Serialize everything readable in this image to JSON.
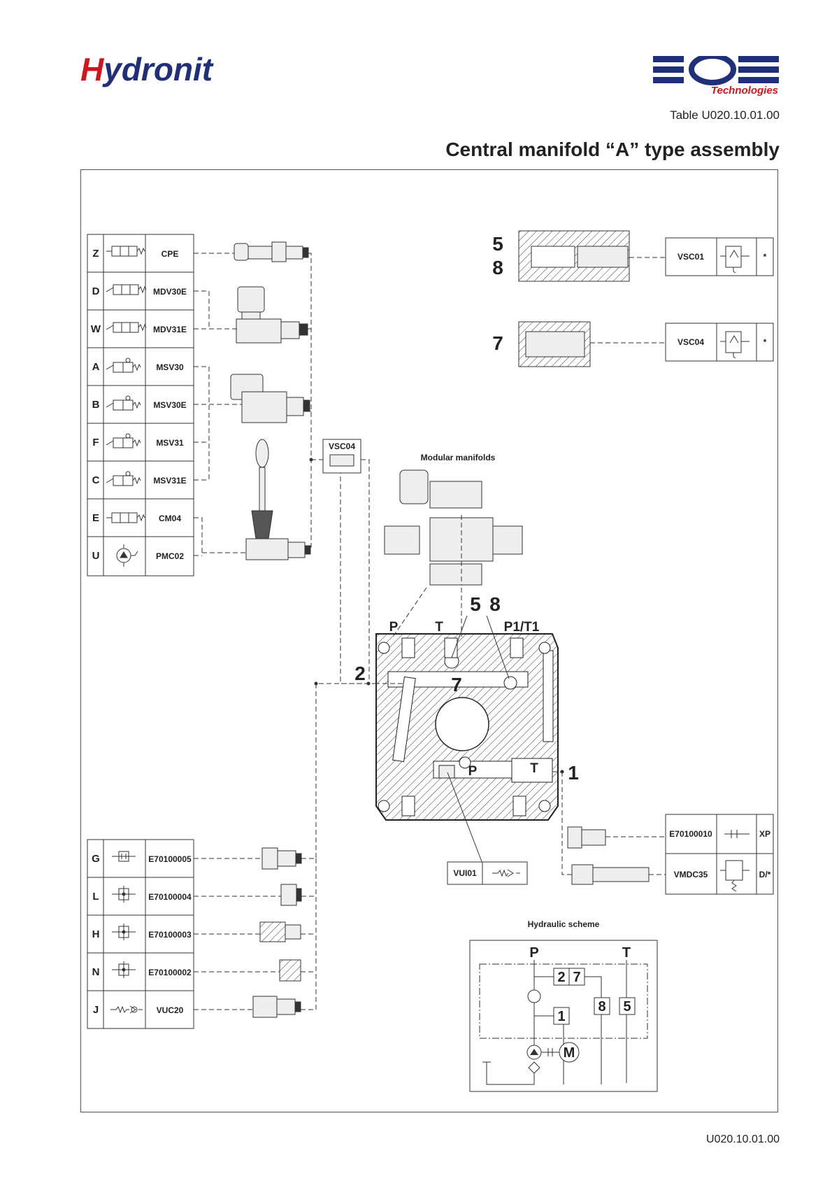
{
  "header": {
    "logo_left": {
      "first": "H",
      "rest": "ydronit"
    },
    "logo_right": {
      "main": "EOS",
      "sub": "Technologies"
    },
    "table_code": "Table U020.10.01.00",
    "title": "Central manifold “A” type assembly"
  },
  "footer": {
    "code": "U020.10.01.00"
  },
  "left_table_top": [
    {
      "letter": "Z",
      "code": "CPE"
    },
    {
      "letter": "D",
      "code": "MDV30E"
    },
    {
      "letter": "W",
      "code": "MDV31E"
    },
    {
      "letter": "A",
      "code": "MSV30"
    },
    {
      "letter": "B",
      "code": "MSV30E"
    },
    {
      "letter": "F",
      "code": "MSV31"
    },
    {
      "letter": "C",
      "code": "MSV31E"
    },
    {
      "letter": "E",
      "code": "CM04"
    },
    {
      "letter": "U",
      "code": "PMC02"
    }
  ],
  "left_table_bottom": [
    {
      "letter": "G",
      "code": "E70100005"
    },
    {
      "letter": "L",
      "code": "E70100004"
    },
    {
      "letter": "H",
      "code": "E70100003"
    },
    {
      "letter": "N",
      "code": "E70100002"
    },
    {
      "letter": "J",
      "code": "VUC20"
    }
  ],
  "right_top": [
    {
      "numbers": [
        "5",
        "8"
      ],
      "code": "VSC01",
      "mark": "*"
    },
    {
      "numbers": [
        "7"
      ],
      "code": "VSC04",
      "mark": "*"
    }
  ],
  "right_bottom": [
    {
      "code": "E70100010",
      "mark": "XP"
    },
    {
      "code": "VMDC35",
      "mark": "D/*"
    }
  ],
  "middle": {
    "vsc04_label": "VSC04",
    "modular_caption": "Modular manifolds",
    "port_P": "P",
    "port_T": "T",
    "port_P1T1": "P1/T1",
    "num_5": "5",
    "num_8": "8",
    "num_2": "2",
    "num_7": "7",
    "num_1": "1",
    "inner_P": "P",
    "inner_T": "T",
    "vui01": "VUI01"
  },
  "scheme": {
    "caption": "Hydraulic scheme",
    "P": "P",
    "T": "T",
    "box_2": "2",
    "box_7": "7",
    "box_8": "8",
    "box_5": "5",
    "box_1": "1",
    "motor": "M"
  }
}
